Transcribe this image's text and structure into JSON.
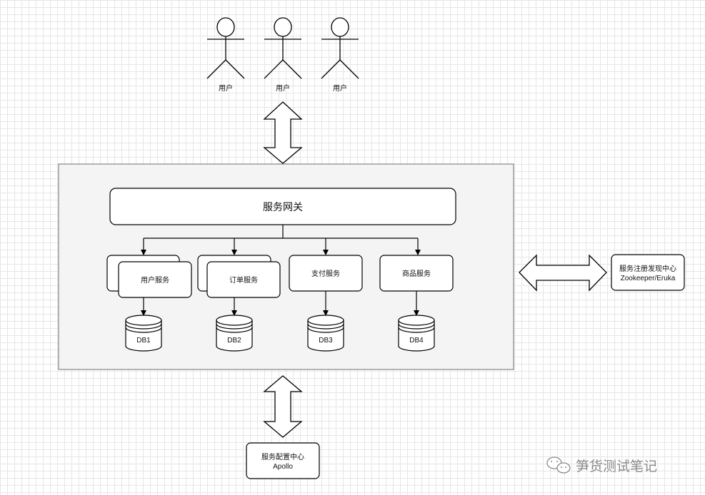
{
  "users": [
    {
      "label": "用户"
    },
    {
      "label": "用户"
    },
    {
      "label": "用户"
    }
  ],
  "gateway": {
    "label": "服务网关"
  },
  "services": [
    {
      "label": "用户服务",
      "db": "DB1",
      "stacked": true
    },
    {
      "label": "订单服务",
      "db": "DB2",
      "stacked": true
    },
    {
      "label": "支付服务",
      "db": "DB3",
      "stacked": false
    },
    {
      "label": "商品服务",
      "db": "DB4",
      "stacked": false
    }
  ],
  "registry": {
    "line1": "服务注册发现中心",
    "line2": "Zookeeper/Eruka"
  },
  "config": {
    "line1": "服务配置中心",
    "line2": "Apollo"
  },
  "watermark": {
    "text": "笋货测试笔记"
  }
}
